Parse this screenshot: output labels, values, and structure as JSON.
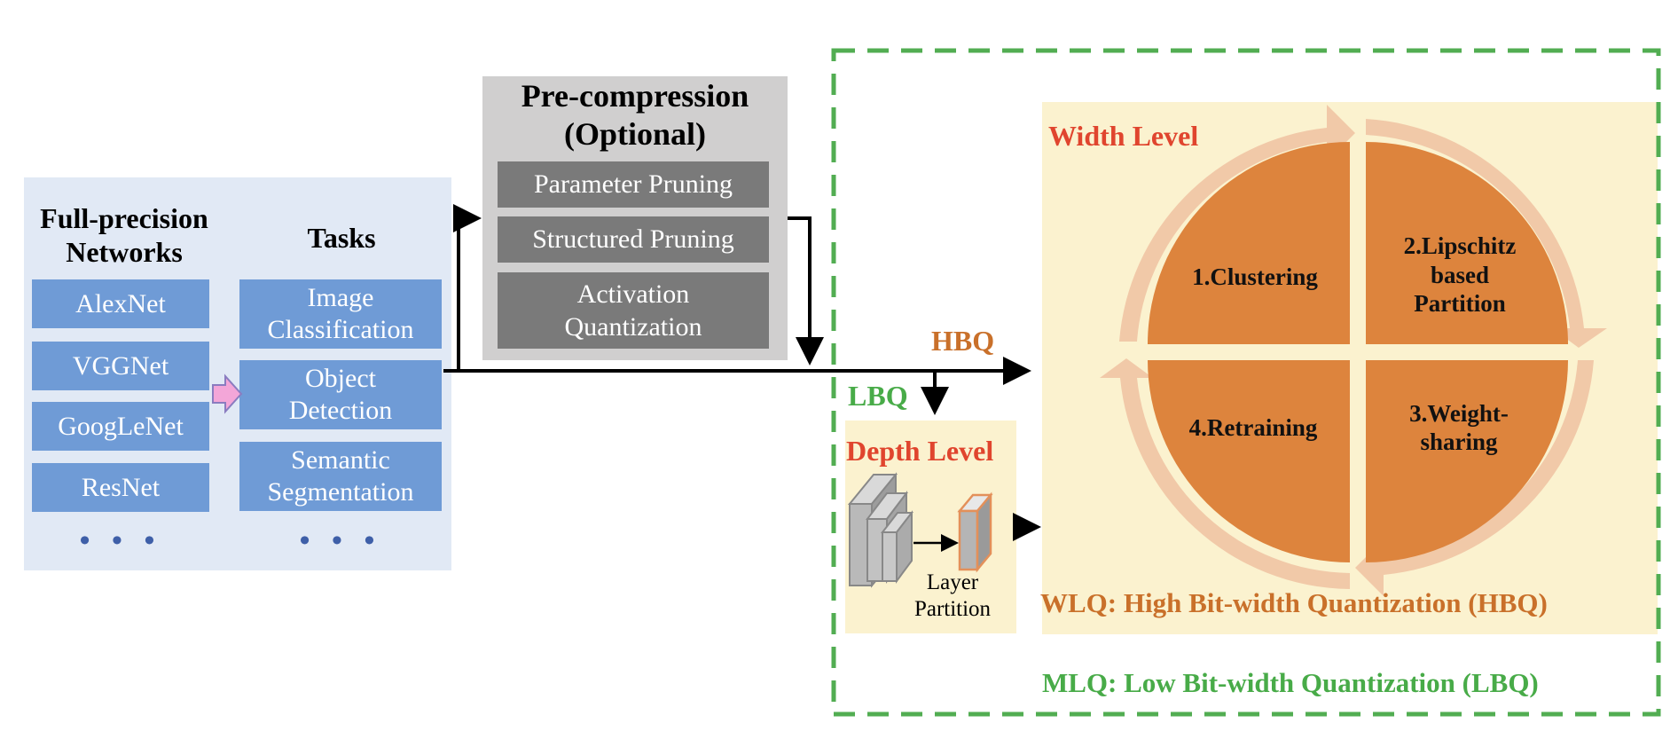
{
  "networks": {
    "title": "Full-precision Networks",
    "items": [
      "AlexNet",
      "VGGNet",
      "GoogLeNet",
      "ResNet"
    ],
    "more": "• • •"
  },
  "tasks": {
    "title": "Tasks",
    "items": [
      "Image Classification",
      "Object Detection",
      "Semantic Segmentation"
    ],
    "more": "• • •"
  },
  "precompression": {
    "title_line1": "Pre-compression",
    "title_line2": "(Optional)",
    "items": [
      "Parameter Pruning",
      "Structured Pruning",
      "Activation Quantization"
    ]
  },
  "flow": {
    "hbq": "HBQ",
    "lbq": "LBQ"
  },
  "depth_level": {
    "title": "Depth Level",
    "caption_line1": "Layer",
    "caption_line2": "Partition"
  },
  "width_level": {
    "title": "Width Level",
    "steps": [
      "1.Clustering",
      "2.Lipschitz based Partition",
      "3.Weight-sharing",
      "4.Retraining"
    ],
    "wlq_label": "WLQ: High Bit-width Quantization (HBQ)"
  },
  "mlq_label": "MLQ: Low Bit-width Quantization (LBQ)",
  "colors": {
    "blue_panel": "#e1e9f5",
    "blue_box": "#6f9bd6",
    "gray_panel": "#d0cfcf",
    "gray_box": "#7a7a7a",
    "yellow_panel": "#fbf2cf",
    "quadrant_orange": "#dd843d",
    "ring_peach": "#f1c9a8",
    "title_red": "#e0452e",
    "hbq_orange": "#c9702a",
    "lbq_green": "#48ab48",
    "dashed_green": "#52ad52"
  }
}
